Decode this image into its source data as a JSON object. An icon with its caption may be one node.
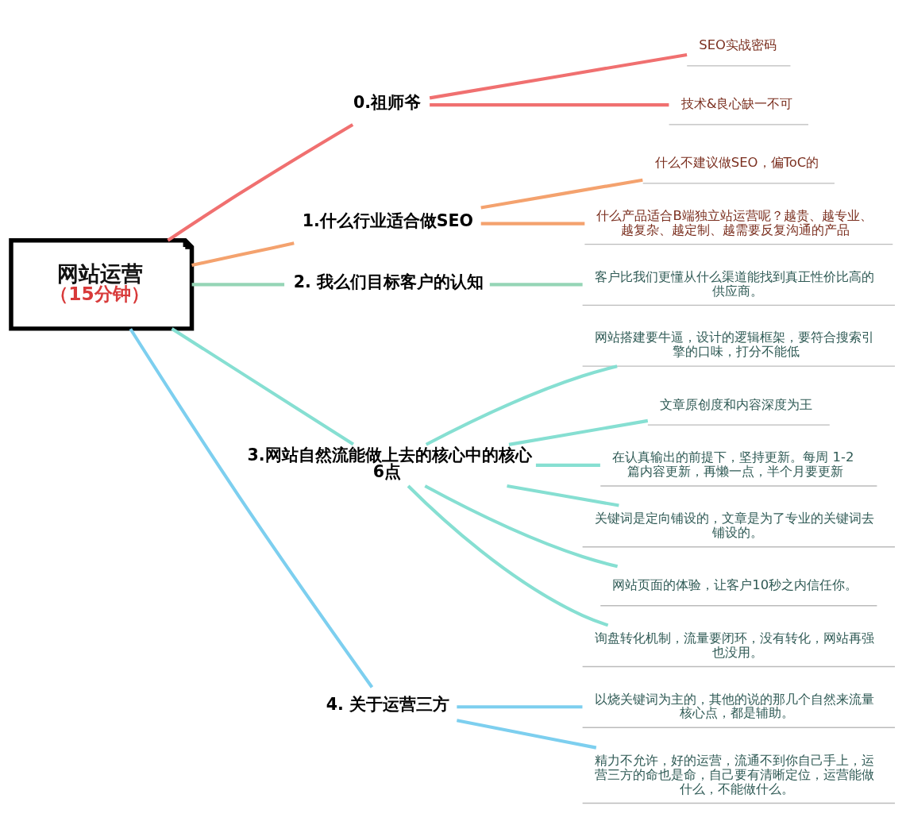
{
  "diagram": {
    "nodes": [
      {
        "text": [
          "网站运营",
          "（15分钟）"
        ]
      },
      {
        "text": [
          "0.祖师爷"
        ]
      },
      {
        "text": [
          "SEO实战密码"
        ]
      },
      {
        "text": [
          "技术&良心缺一不可"
        ]
      },
      {
        "text": [
          "1.什么行业适合做SEO"
        ]
      },
      {
        "text": [
          "什么不建议做SEO，偏ToC的"
        ]
      },
      {
        "text": [
          "什么产品适合B端独立站运营呢？越贵、越专业、越复杂、越定制、越需要反复沟通的产品"
        ]
      },
      {
        "text": [
          "2. 我么们目标客户的认知"
        ]
      },
      {
        "text": [
          "客户比我们更懂从什么渠道能找到真正性价比高的供应商。"
        ]
      },
      {
        "text": [
          "3.网站自然流能做上去的核心中的核心6点"
        ]
      },
      {
        "text": [
          "网站搭建要牛逼，设计的逻辑框架，要符合搜索引擎的口味，打分不能低"
        ]
      },
      {
        "text": [
          "文章原创度和内容深度为王"
        ]
      },
      {
        "text": [
          "在认真输出的前提下，坚持更新。每周 1-2 篇内容更新，再懒一点，半个月要更新"
        ]
      },
      {
        "text": [
          "关键词是定向铺设的，文章是为了专业的关键词去铺设的。"
        ]
      },
      {
        "text": [
          "网站页面的体验，让客户10秒之内信任你。"
        ]
      },
      {
        "text": [
          "询盘转化机制，流量要闭环，没有转化，网站再强也没用。"
        ]
      },
      {
        "text": [
          "4. 关于运营三方"
        ]
      },
      {
        "text": [
          "以烧关键词为主的，其他的说的那几个自然来流量核心点，都是辅助。"
        ]
      },
      {
        "text": [
          "精力不允许，好的运营，流通不到你自己手上，运营三方的命也是命，自己要有清晰定位，运营能做什么，不能做什么。"
        ]
      }
    ],
    "edges": [
      {
        "from": 0,
        "to": 1,
        "arrow": "none",
        "color": "#f07070"
      },
      {
        "from": 1,
        "to": 2,
        "arrow": "none",
        "color": "#f07070"
      },
      {
        "from": 1,
        "to": 3,
        "arrow": "none",
        "color": "#f07070"
      },
      {
        "from": 0,
        "to": 4,
        "arrow": "none",
        "color": "#f4a26e"
      },
      {
        "from": 4,
        "to": 5,
        "arrow": "none",
        "color": "#f4a26e"
      },
      {
        "from": 4,
        "to": 6,
        "arrow": "none",
        "color": "#f4a26e"
      },
      {
        "from": 0,
        "to": 7,
        "arrow": "none",
        "color": "#95d5b6"
      },
      {
        "from": 7,
        "to": 8,
        "arrow": "none",
        "color": "#95d5b6"
      },
      {
        "from": 0,
        "to": 9,
        "arrow": "none",
        "color": "#86dfd2"
      },
      {
        "from": 9,
        "to": 10,
        "arrow": "none",
        "color": "#86dfd2"
      },
      {
        "from": 9,
        "to": 11,
        "arrow": "none",
        "color": "#86dfd2"
      },
      {
        "from": 9,
        "to": 12,
        "arrow": "none",
        "color": "#86dfd2"
      },
      {
        "from": 9,
        "to": 13,
        "arrow": "none",
        "color": "#86dfd2"
      },
      {
        "from": 9,
        "to": 14,
        "arrow": "none",
        "color": "#86dfd2"
      },
      {
        "from": 9,
        "to": 15,
        "arrow": "none",
        "color": "#86dfd2"
      },
      {
        "from": 0,
        "to": 16,
        "arrow": "none",
        "color": "#7dcfef"
      },
      {
        "from": 16,
        "to": 17,
        "arrow": "none",
        "color": "#7dcfef"
      },
      {
        "from": 16,
        "to": 18,
        "arrow": "none",
        "color": "#7dcfef"
      }
    ]
  }
}
